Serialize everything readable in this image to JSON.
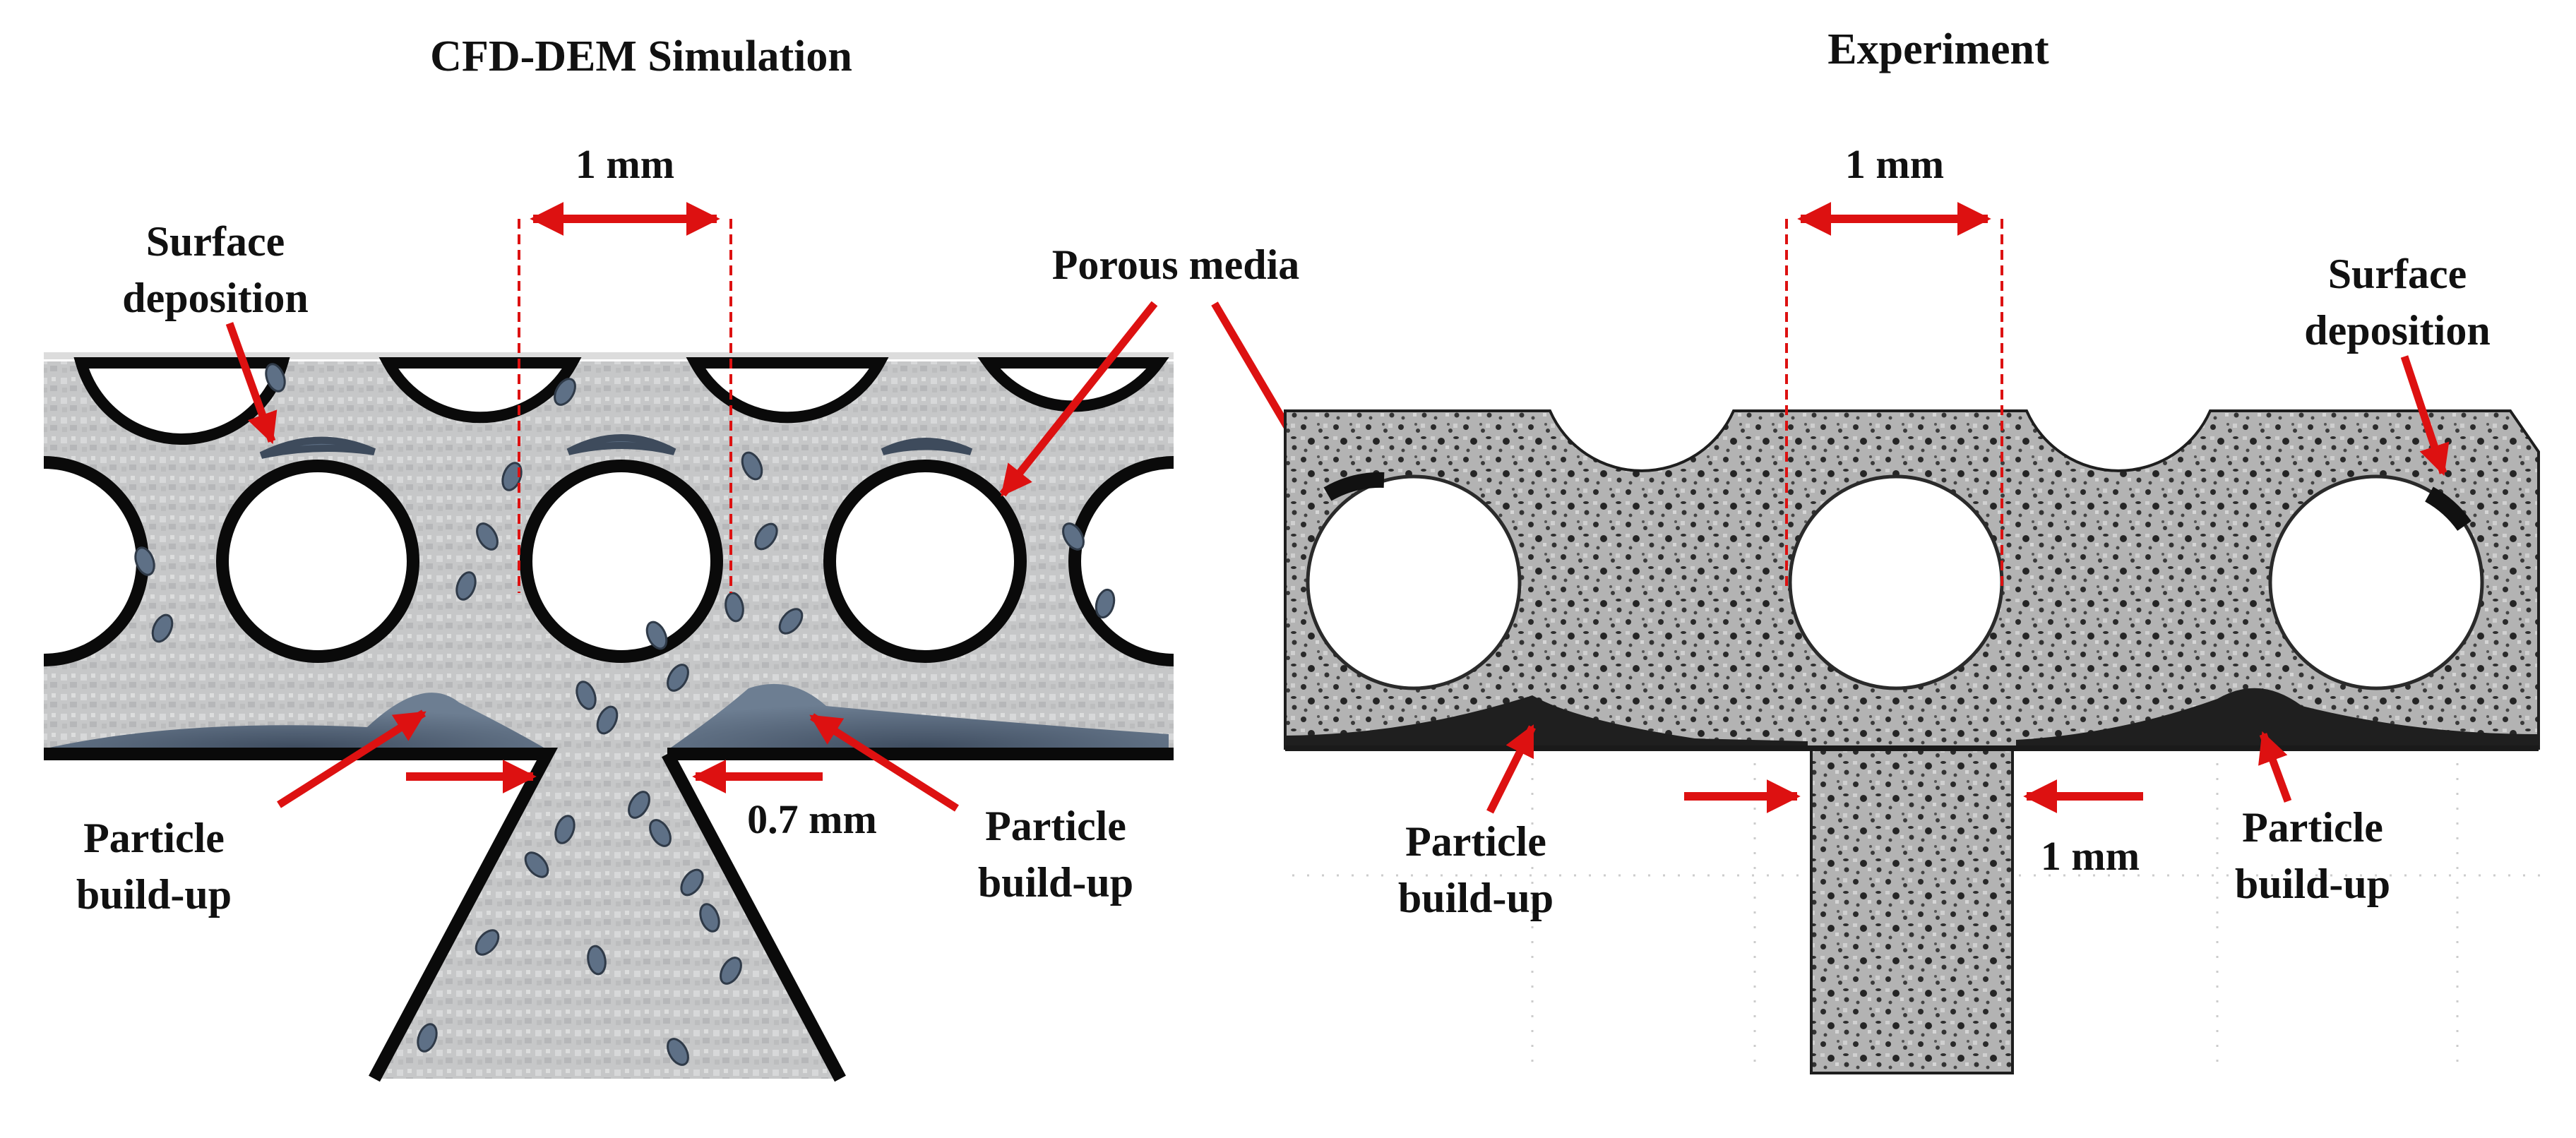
{
  "panels": {
    "simulation": {
      "title": "CFD-DEM Simulation",
      "dimension_pore": "1 mm",
      "dimension_throat": "0.7 mm",
      "label_surface_deposition": [
        "Surface",
        "deposition"
      ],
      "label_buildup_left": [
        "Particle",
        "build-up"
      ],
      "label_buildup_right": [
        "Particle",
        "build-up"
      ]
    },
    "experiment": {
      "title": "Experiment",
      "dimension_pore": "1 mm",
      "dimension_channel": "1 mm",
      "label_surface_deposition": [
        "Surface",
        "deposition"
      ],
      "label_buildup_left": [
        "Particle",
        "build-up"
      ],
      "label_buildup_right": [
        "Particle",
        "build-up"
      ]
    }
  },
  "shared": {
    "label_porous_media": "Porous media"
  },
  "colors": {
    "arrow": "#dd1111",
    "wall": "#0a0a0a",
    "sim_fluid": "#c9cacb",
    "particle": "#5a6b80",
    "exp_medium": "#b5b5b5",
    "exp_speckle": "#2a2a2a"
  }
}
